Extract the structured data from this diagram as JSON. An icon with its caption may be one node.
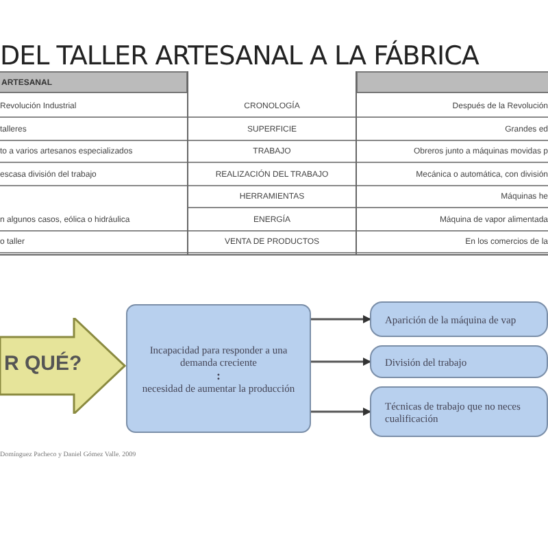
{
  "diagram": {
    "title": "DEL TALLER ARTESANAL A LA FÁBRICA",
    "nodes": [
      {
        "text": [
          "R QUÉ?"
        ]
      },
      {
        "text": [
          "Incapacidad para responder a una demanda creciente",
          ":",
          "necesidad de aumentar la producción"
        ]
      },
      {
        "text": [
          "Aparición de la máquina de vap"
        ]
      },
      {
        "text": [
          "División del trabajo"
        ]
      },
      {
        "text": [
          "Técnicas de trabajo que no neces cualificación"
        ]
      }
    ],
    "edges": [
      {
        "from": 1,
        "to": 2,
        "arrow": "to"
      },
      {
        "from": 1,
        "to": 3,
        "arrow": "to"
      },
      {
        "from": 1,
        "to": 4,
        "arrow": "to"
      }
    ],
    "labels": [
      "ARTESANAL",
      "Revolución Industrial",
      "CRONOLOGÍA",
      "Después de la Revolución",
      "talleres",
      "SUPERFICIE",
      "Grandes ed",
      "to a varios artesanos especializados",
      "TRABAJO",
      "Obreros junto a máquinas movidas p",
      "escasa división del trabajo",
      "REALIZACIÓN DEL TRABAJO",
      "Mecánica o automática, con división",
      "HERRAMIENTAS",
      "Máquinas he",
      "n algunos casos, eólica o hidráulica",
      "ENERGÍA",
      "Máquina de vapor alimentada",
      "o taller",
      "VENTA DE PRODUCTOS",
      "En los comercios de la",
      "Domínguez Pacheco y Daniel Gómez Valle. 2009"
    ]
  }
}
